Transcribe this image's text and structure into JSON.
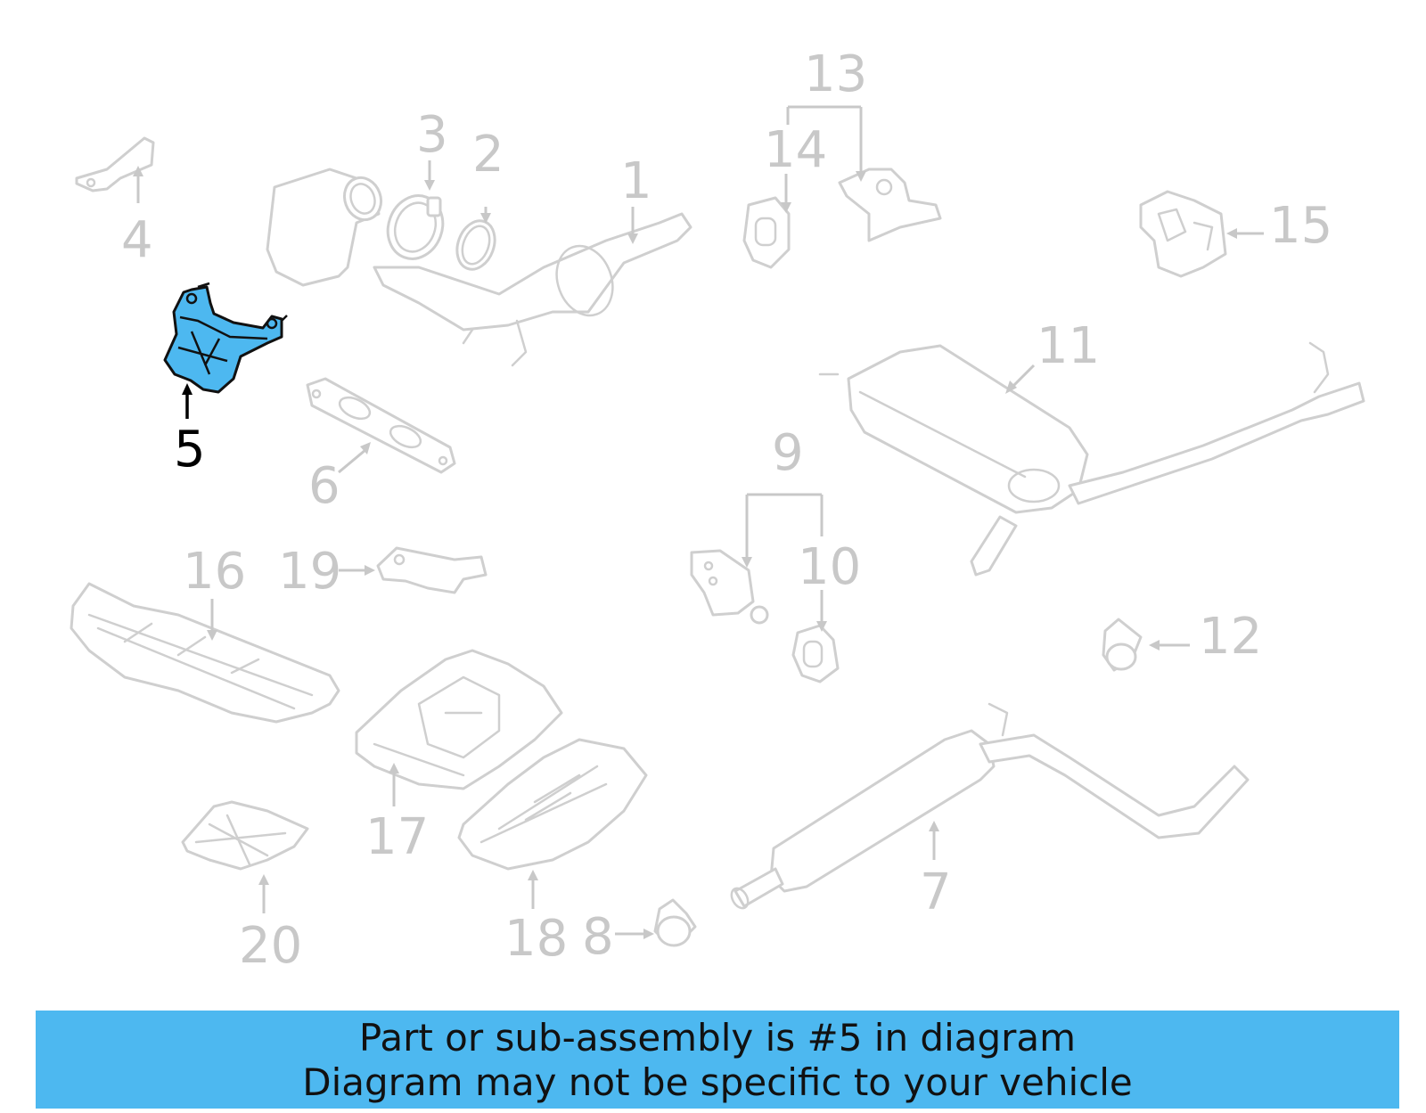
{
  "highlighted_part": "5",
  "colors": {
    "highlight": "#4db8f0",
    "parts": "#cfcfcf",
    "banner": "#4db8f0"
  },
  "callouts": {
    "c1": "1",
    "c2": "2",
    "c3": "3",
    "c4": "4",
    "c5": "5",
    "c6": "6",
    "c7": "7",
    "c8": "8",
    "c9": "9",
    "c10": "10",
    "c11": "11",
    "c12": "12",
    "c13": "13",
    "c14": "14",
    "c15": "15",
    "c16": "16",
    "c17": "17",
    "c18": "18",
    "c19": "19",
    "c20": "20"
  },
  "banner": {
    "line1": "Part or sub-assembly is #5 in diagram",
    "line2": "Diagram may not be specific to your vehicle"
  }
}
